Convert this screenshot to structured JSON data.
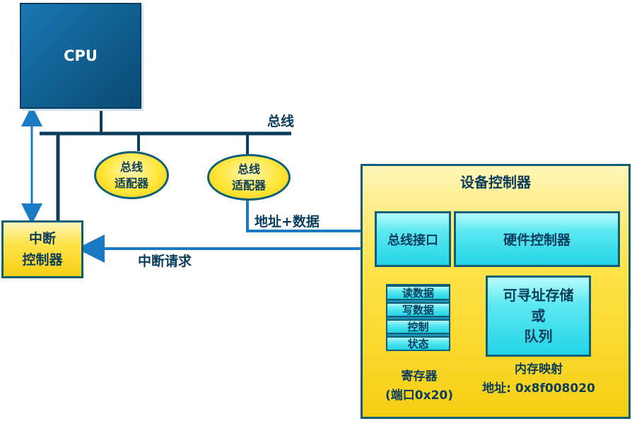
{
  "cpu": {
    "label": "CPU"
  },
  "bus": {
    "label": "总线"
  },
  "adapters": [
    {
      "line1": "总线",
      "line2": "适配器"
    },
    {
      "line1": "总线",
      "line2": "适配器"
    }
  ],
  "interrupt_controller": {
    "line1": "中断",
    "line2": "控制器"
  },
  "connections": {
    "address_data": "地址+数据",
    "interrupt_request": "中断请求"
  },
  "device_controller": {
    "title": "设备控制器",
    "bus_interface": "总线接口",
    "hardware_controller": "硬件控制器",
    "registers": [
      "读数据",
      "写数据",
      "控制",
      "状态"
    ],
    "register_caption": {
      "line1": "寄存器",
      "line2": "(端口0x20)"
    },
    "storage": {
      "line1": "可寻址存储",
      "line2": "或",
      "line3": "队列"
    },
    "memory_caption": {
      "line1": "内存映射",
      "line2": "地址: 0x8f008020"
    }
  },
  "colors": {
    "bus_line": "#0d3d5c",
    "arrow": "#1a7ac4",
    "yellow": "#ffe34a",
    "cyan": "#24d4e6",
    "cpu": "#13699e"
  }
}
